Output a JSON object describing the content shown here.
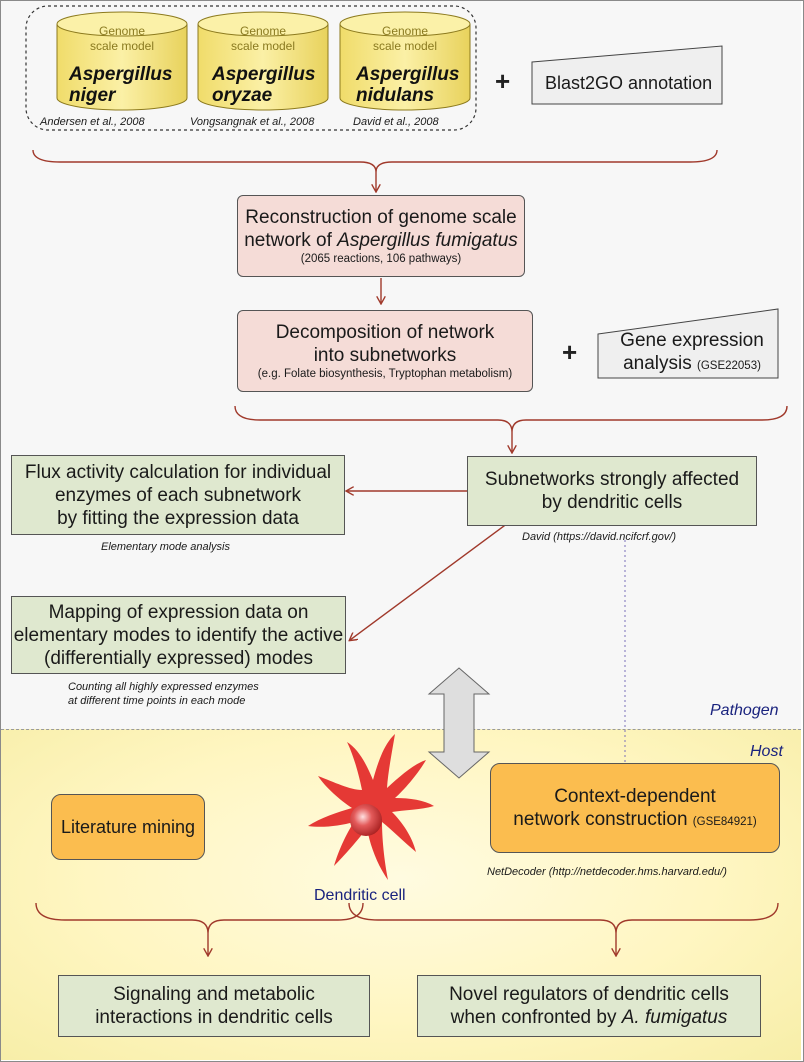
{
  "models": [
    {
      "caption": "Genome scale model",
      "organism_line1": "Aspergillus",
      "organism_line2": "niger",
      "reference": "Andersen et al., 2008"
    },
    {
      "caption": "Genome scale model",
      "organism_line1": "Aspergillus",
      "organism_line2": "oryzae",
      "reference": "Vongsangnak et al., 2008"
    },
    {
      "caption": "Genome scale model",
      "organism_line1": "Aspergillus",
      "organism_line2": "nidulans",
      "reference": "David et al., 2008"
    }
  ],
  "model_caption_line1": "Genome",
  "model_caption_line2": "scale model",
  "plus_sign": "+",
  "blast2go": "Blast2GO annotation",
  "reconstruction": {
    "line1": "Reconstruction of genome scale",
    "line2_prefix": "network of ",
    "line2_italic": "Aspergillus fumigatus",
    "detail": "(2065 reactions, 106 pathways)"
  },
  "decomposition": {
    "line1": "Decomposition of network",
    "line2": "into subnetworks",
    "detail": "(e.g. Folate biosynthesis, Tryptophan metabolism)"
  },
  "gene_expression": {
    "line1": "Gene expression",
    "line2": "analysis",
    "accession": "(GSE22053)"
  },
  "subnetworks": {
    "line1": "Subnetworks strongly affected",
    "line2": "by dendritic cells",
    "note": "David (https://david.ncifcrf.gov/)"
  },
  "flux": {
    "line1": "Flux activity calculation for individual",
    "line2": "enzymes of each subnetwork",
    "line3": "by fitting the expression data",
    "note": "Elementary mode analysis"
  },
  "mapping": {
    "line1": "Mapping of expression data on",
    "line2": "elementary modes to identify the active",
    "line3": "(differentially expressed) modes",
    "note_line1": "Counting all highly expressed enzymes",
    "note_line2": "at different time points in each mode"
  },
  "pathogen_label": "Pathogen",
  "host_label": "Host",
  "literature": "Literature mining",
  "context": {
    "line1": "Context-dependent",
    "line2": "network construction",
    "accession": "(GSE84921)",
    "note": "NetDecoder (http://netdecoder.hms.harvard.edu/)"
  },
  "dendritic_cell": "Dendritic cell",
  "signaling": {
    "line1": "Signaling and metabolic",
    "line2": "interactions in dendritic cells"
  },
  "regulators": {
    "line1": "Novel regulators of dendritic cells",
    "line2_prefix": "when confronted by ",
    "line2_italic": "A. fumigatus"
  },
  "colors": {
    "arrow": "#a0392b",
    "pink_box": "#f5dcd7",
    "green_box": "#dfe8cf",
    "orange_box": "#fbbd4f",
    "cylinder": "#f3e27a",
    "cell": "#e53935",
    "host_bg": "#fff6c2"
  }
}
